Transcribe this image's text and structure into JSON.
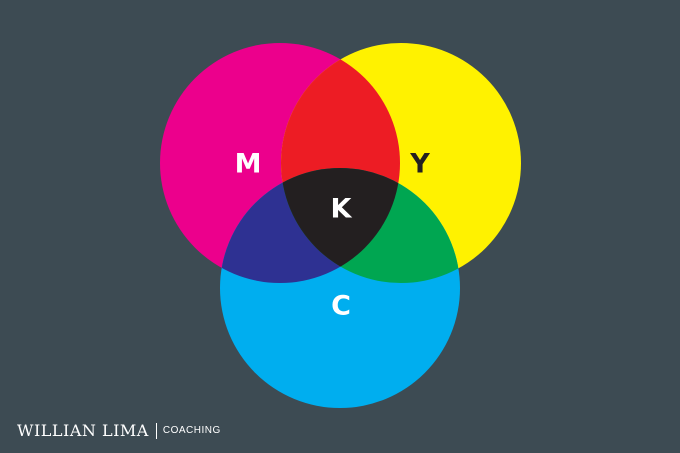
{
  "diagram": {
    "labels": {
      "magenta": "M",
      "yellow": "Y",
      "cyan": "C",
      "key": "K"
    },
    "colors": {
      "background": "#3d4b53",
      "magenta": "#ec008c",
      "yellow": "#fff200",
      "cyan": "#00aeef",
      "magenta_yellow": "#ed1c24",
      "magenta_cyan": "#2e3192",
      "yellow_cyan": "#00a651",
      "key": "#231f20",
      "label_light": "#ffffff",
      "label_dark": "#231f20"
    }
  },
  "brand": {
    "name": "WILLIAN LIMA",
    "tagline": "COACHING"
  }
}
